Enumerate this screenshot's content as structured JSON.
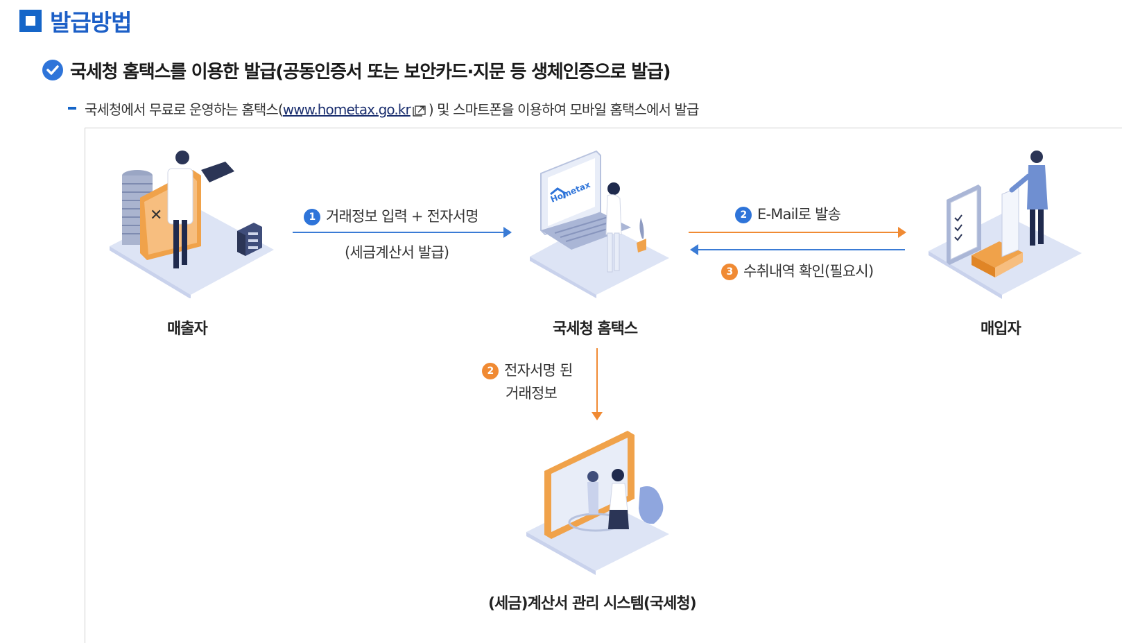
{
  "section": {
    "title": "발급방법"
  },
  "subsection": {
    "title": "국세청 홈택스를 이용한 발급(공동인증서 또는 보안카드·지문 등 생체인증으로 발급)"
  },
  "description": {
    "before": "국세청에서 무료로 운영하는 홈택스(",
    "link": "www.hometax.go.kr",
    "after": ") 및 스마트폰을 이용하여 모바일 홈택스에서 발급"
  },
  "diagram": {
    "nodes": {
      "seller": "매출자",
      "hometax": "국세청 홈택스",
      "buyer": "매입자",
      "system": "(세금)계산서 관리 시스템(국세청)"
    },
    "hometax_screen_text": "Hometax",
    "steps": [
      {
        "num": "1",
        "line1": "거래정보 입력 + 전자서명",
        "line2": "(세금계산서 발급)"
      },
      {
        "num": "2",
        "line1": "E-Mail로 발송"
      },
      {
        "num": "3",
        "line1": "수취내역 확인(필요시)"
      },
      {
        "num": "2",
        "line1": "전자서명 된",
        "line2": "거래정보"
      }
    ]
  },
  "colors": {
    "accent": "#1c5fc7",
    "arrow_blue": "#3a7bd5",
    "arrow_orange": "#f08a33",
    "platform": "#dde4f5"
  }
}
